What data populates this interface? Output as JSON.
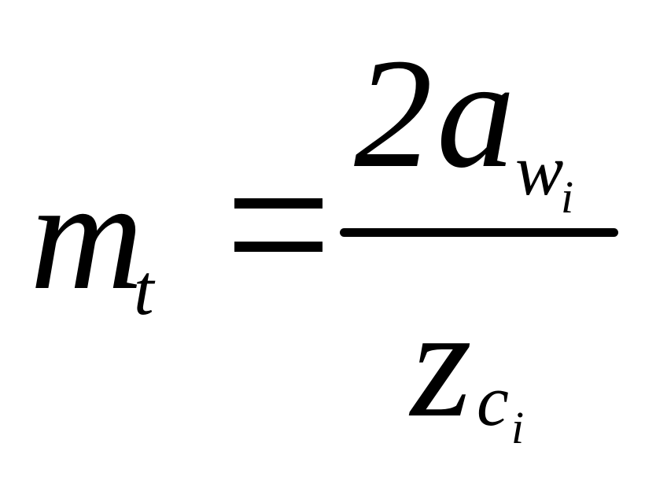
{
  "formula": {
    "lhs": {
      "base": "m",
      "subscript": "t"
    },
    "relation": "=",
    "fraction": {
      "numerator": {
        "coefficient": "2",
        "base": "a",
        "subscript": "w",
        "subsubscript": "i"
      },
      "denominator": {
        "base": "z",
        "subscript": "c",
        "subsubscript": "i"
      }
    }
  }
}
